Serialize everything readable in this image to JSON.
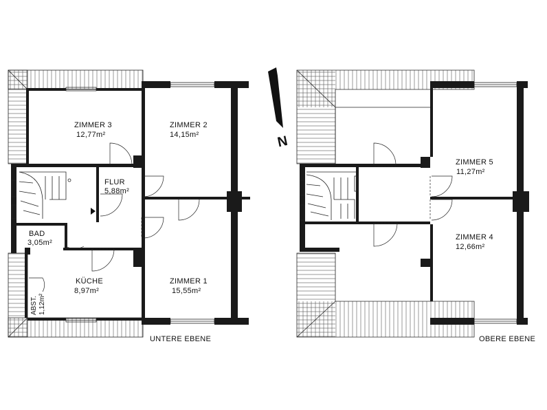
{
  "lower_level": {
    "caption": "UNTERE EBENE",
    "rooms": [
      {
        "name": "ZIMMER 3",
        "area": "12,77m²"
      },
      {
        "name": "ZIMMER 2",
        "area": "14,15m²"
      },
      {
        "name": "FLUR",
        "area": "5,88m²"
      },
      {
        "name": "BAD",
        "area": "3,05m²"
      },
      {
        "name": "KÜCHE",
        "area": "8,97m²"
      },
      {
        "name": "ZIMMER 1",
        "area": "15,55m²"
      },
      {
        "name": "ABST.",
        "area": "1,12m²"
      }
    ]
  },
  "upper_level": {
    "caption": "OBERE EBENE",
    "rooms": [
      {
        "name": "ZIMMER 5",
        "area": "11,27m²"
      },
      {
        "name": "ZIMMER 4",
        "area": "12,66m²"
      }
    ]
  },
  "north_arrow": {
    "label": "N"
  }
}
